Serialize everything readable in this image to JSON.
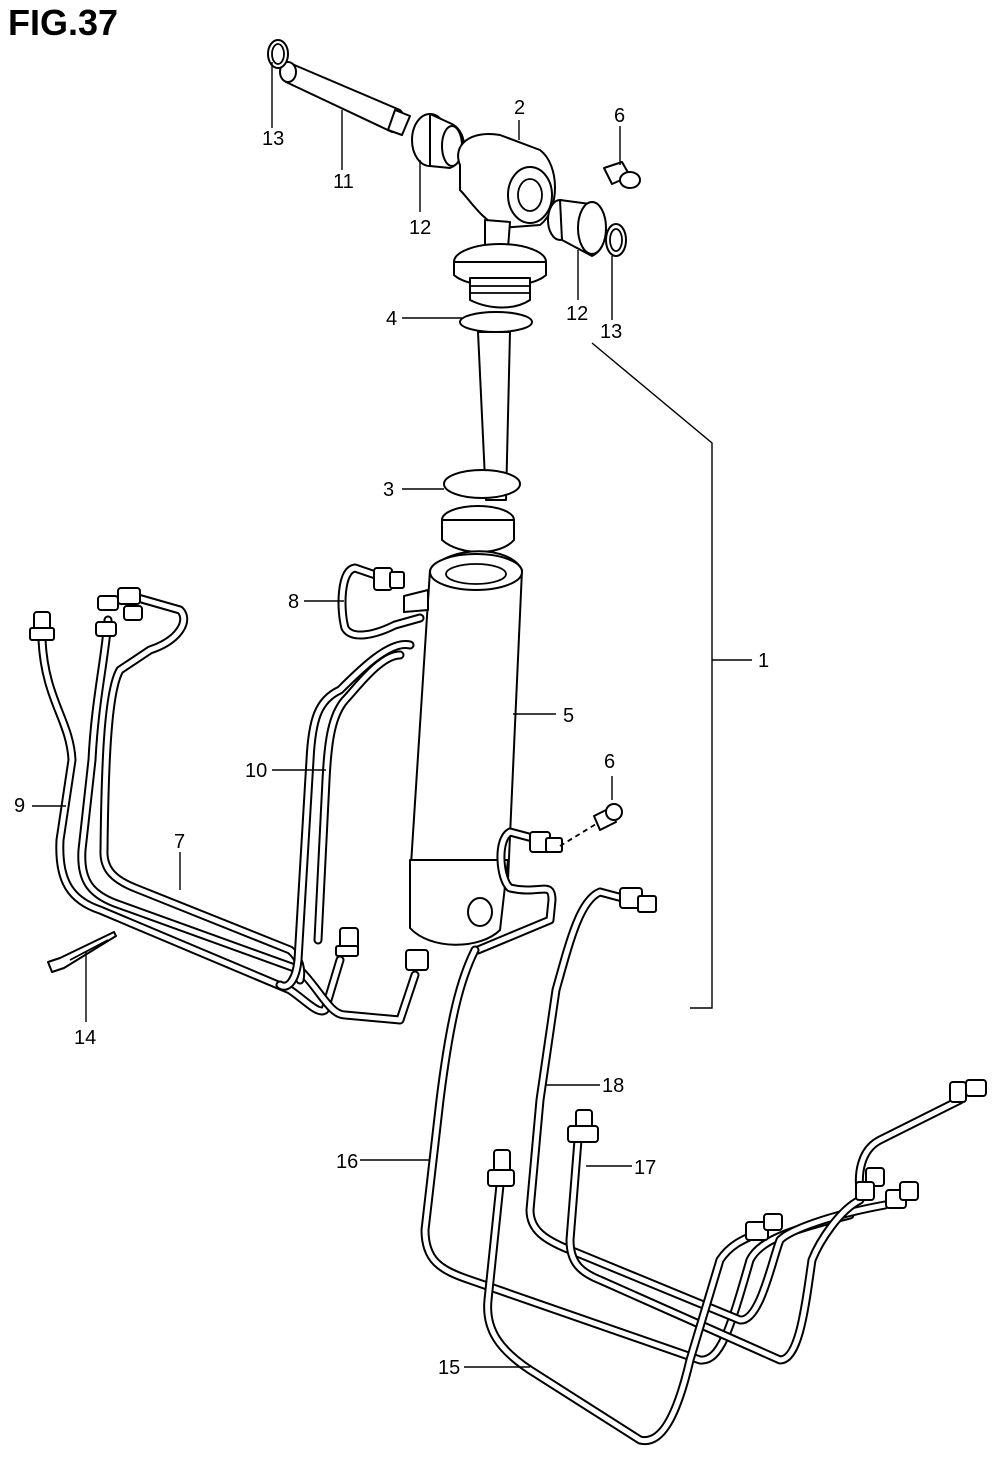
{
  "figure": {
    "title": "FIG.37"
  },
  "callouts": [
    {
      "id": "c-1",
      "label": "1"
    },
    {
      "id": "c-2",
      "label": "2"
    },
    {
      "id": "c-3",
      "label": "3"
    },
    {
      "id": "c-4",
      "label": "4"
    },
    {
      "id": "c-5",
      "label": "5"
    },
    {
      "id": "c-6a",
      "label": "6"
    },
    {
      "id": "c-6b",
      "label": "6"
    },
    {
      "id": "c-7",
      "label": "7"
    },
    {
      "id": "c-8",
      "label": "8"
    },
    {
      "id": "c-9",
      "label": "9"
    },
    {
      "id": "c-10",
      "label": "10"
    },
    {
      "id": "c-11",
      "label": "11"
    },
    {
      "id": "c-12a",
      "label": "12"
    },
    {
      "id": "c-12b",
      "label": "12"
    },
    {
      "id": "c-13a",
      "label": "13"
    },
    {
      "id": "c-13b",
      "label": "13"
    },
    {
      "id": "c-14",
      "label": "14"
    },
    {
      "id": "c-15",
      "label": "15"
    },
    {
      "id": "c-16",
      "label": "16"
    },
    {
      "id": "c-17",
      "label": "17"
    },
    {
      "id": "c-18",
      "label": "18"
    }
  ]
}
